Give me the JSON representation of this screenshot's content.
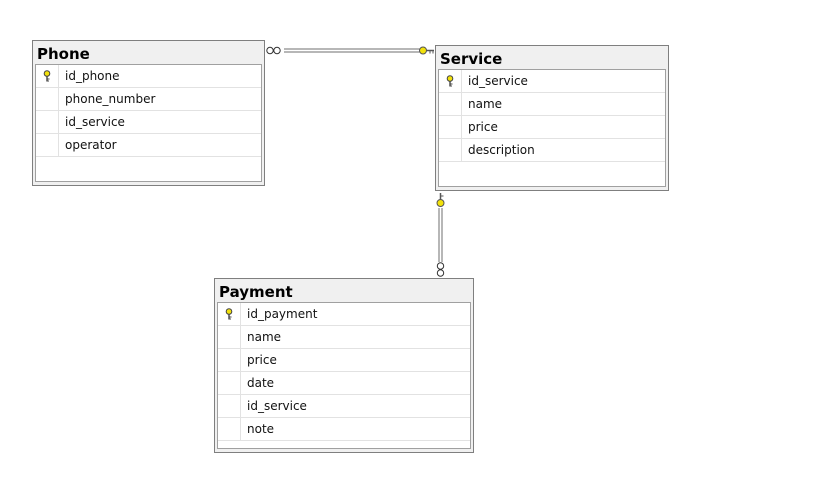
{
  "tables": {
    "phone": {
      "title": "Phone",
      "columns": [
        "id_phone",
        "phone_number",
        "id_service",
        "operator"
      ],
      "primary_key": "id_phone"
    },
    "service": {
      "title": "Service",
      "columns": [
        "id_service",
        "name",
        "price",
        "description"
      ],
      "primary_key": "id_service"
    },
    "payment": {
      "title": "Payment",
      "columns": [
        "id_payment",
        "name",
        "price",
        "date",
        "id_service",
        "note"
      ],
      "primary_key": "id_payment"
    }
  },
  "relationships": [
    {
      "from": "Phone",
      "to": "Service",
      "from_end": "many (infinity)",
      "to_end": "one (key)"
    },
    {
      "from": "Payment",
      "to": "Service",
      "from_end": "many (infinity)",
      "to_end": "one (key)"
    }
  ],
  "icons": {
    "primary_key": "key-icon",
    "many_end": "infinity-icon"
  },
  "colors": {
    "key": "#f2e10b",
    "line": "#6f6f6f",
    "header_bg": "#f0f0f0",
    "border": "#7f7f7f"
  }
}
